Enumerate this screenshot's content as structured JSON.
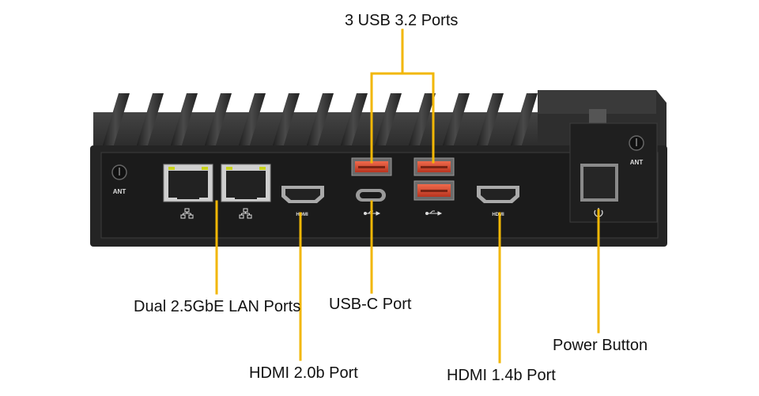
{
  "callouts": {
    "usb32": "3 USB 3.2 Ports",
    "lan": "Dual 2.5GbE LAN Ports",
    "usbc": "USB-C Port",
    "hdmi20": "HDMI 2.0b Port",
    "hdmi14": "HDMI 1.4b Port",
    "power": "Power Button"
  },
  "panel_labels": {
    "ant_left": "ANT",
    "ant_right": "ANT",
    "hdmi_left": "HDMI",
    "hdmi_right": "HDMI"
  },
  "colors": {
    "leader_line": "#f2b705",
    "chassis": "#2b2b2b",
    "panel": "#1c1c1c",
    "usb_port": "#e0523a",
    "lan_led": "#c8d21c"
  }
}
